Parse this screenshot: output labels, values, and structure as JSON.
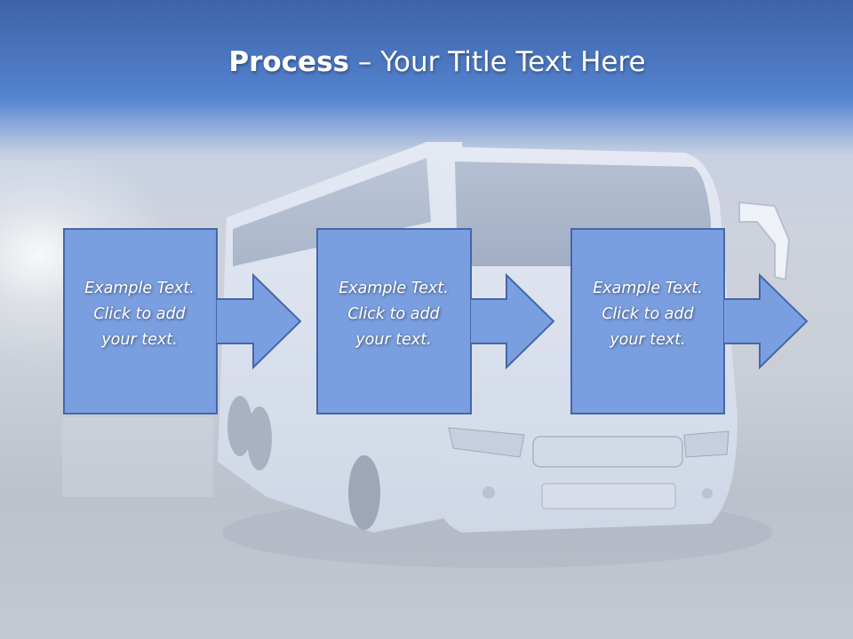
{
  "slide": {
    "title_bold": "Process",
    "title_rest": " – Your Title Text Here",
    "steps": [
      {
        "lines": [
          "Example Text.",
          "Click  to add",
          "your text."
        ]
      },
      {
        "lines": [
          "Example Text.",
          "Click  to add",
          "your text."
        ]
      },
      {
        "lines": [
          "Example Text.",
          "Click  to add",
          "your text."
        ]
      }
    ]
  },
  "colors": {
    "box_fill": "#7a9fe0",
    "box_border": "#4766a8",
    "title_bar": "#4a74c2"
  }
}
